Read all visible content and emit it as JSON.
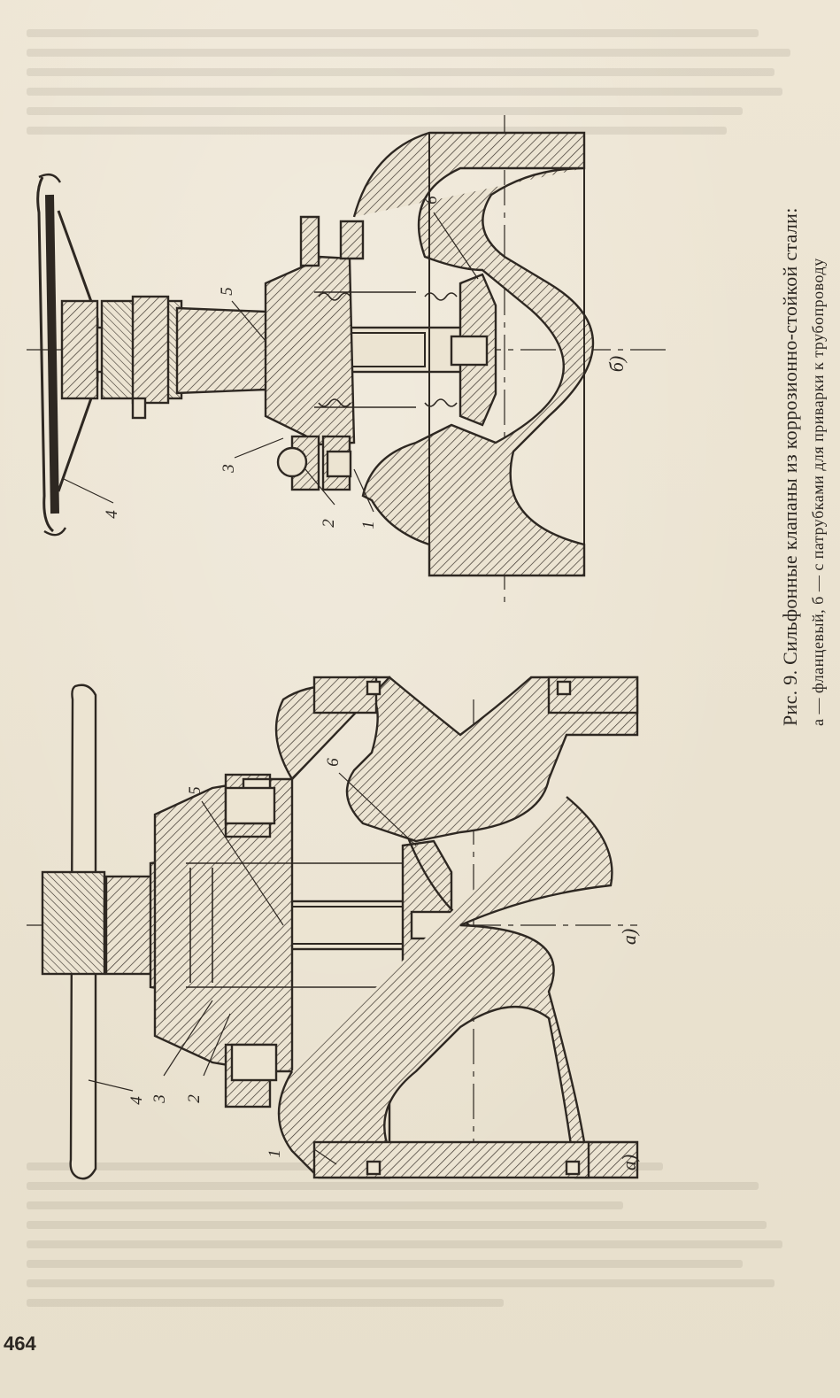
{
  "caption": {
    "title": "Рис. 9. Сильфонные клапаны из коррозионно-стойкой стали:",
    "subtitle": "а — фланцевый, б — с патрубками для приварки к трубопроводу"
  },
  "figures": [
    {
      "label": "б)",
      "parts": [
        "1",
        "2",
        "3",
        "4",
        "5",
        "6"
      ]
    },
    {
      "label": "а)",
      "parts": [
        "1",
        "2",
        "3",
        "4",
        "5",
        "6"
      ]
    }
  ],
  "page_number": "464"
}
